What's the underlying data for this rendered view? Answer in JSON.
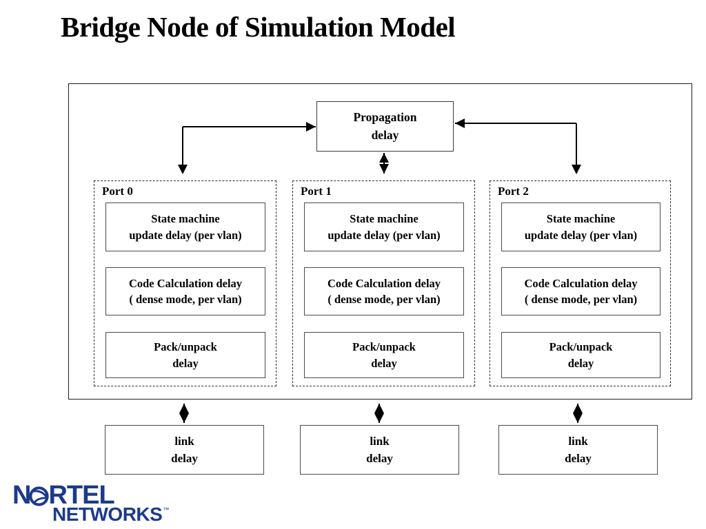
{
  "slide": {
    "title": "Bridge Node of Simulation Model"
  },
  "diagram": {
    "propagation": {
      "line1": "Propagation",
      "line2": "delay"
    },
    "ports": [
      {
        "label": "Port 0",
        "boxes": [
          {
            "line1": "State machine",
            "line2": "update delay (per vlan)"
          },
          {
            "line1": "Code Calculation delay",
            "line2": "( dense mode, per vlan)"
          },
          {
            "line1": "Pack/unpack",
            "line2": "delay"
          }
        ]
      },
      {
        "label": "Port 1",
        "boxes": [
          {
            "line1": "State machine",
            "line2": "update delay (per vlan)"
          },
          {
            "line1": "Code Calculation delay",
            "line2": "( dense mode, per vlan)"
          },
          {
            "line1": "Pack/unpack",
            "line2": "delay"
          }
        ]
      },
      {
        "label": "Port 2",
        "boxes": [
          {
            "line1": "State machine",
            "line2": "update delay (per vlan)"
          },
          {
            "line1": "Code Calculation delay",
            "line2": "( dense mode, per vlan)"
          },
          {
            "line1": "Pack/unpack",
            "line2": "delay"
          }
        ]
      }
    ],
    "links": [
      {
        "line1": "link",
        "line2": "delay"
      },
      {
        "line1": "link",
        "line2": "delay"
      },
      {
        "line1": "link",
        "line2": "delay"
      }
    ]
  },
  "logo": {
    "word_n": "N",
    "word_rtel": "RTEL",
    "word_networks": "NETWORKS",
    "trademark": "™",
    "color": "#1b3a8c"
  },
  "colors": {
    "text": "#000000",
    "outer_border": "#1a1a1a",
    "box_border": "#4a4a4a",
    "dashed_border": "#2b2b2b",
    "background": "#ffffff"
  }
}
